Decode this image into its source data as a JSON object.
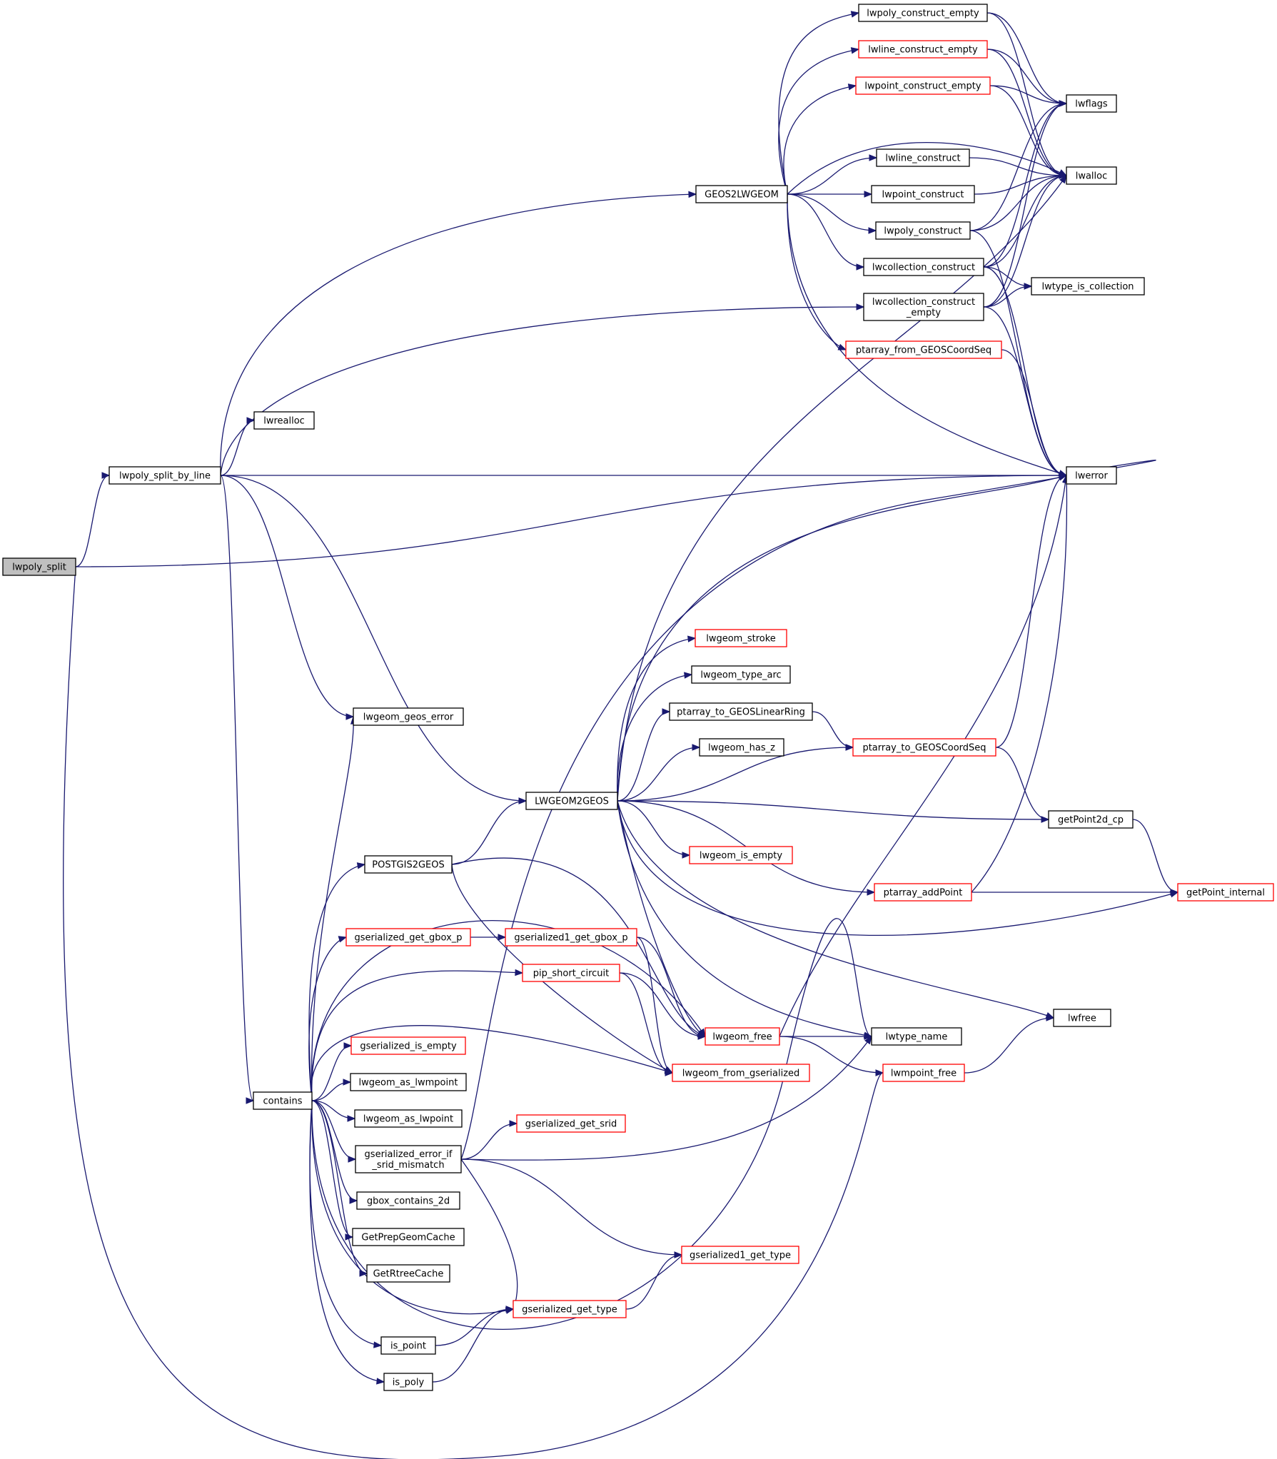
{
  "graph": {
    "colors": {
      "edge": "#191970",
      "border_default": "#000000",
      "border_truncated": "#ff0000",
      "root_fill": "#bfbfbf"
    },
    "nodes": [
      {
        "id": "lwpoly_split",
        "label": [
          "lwpoly_split"
        ],
        "style": "root"
      },
      {
        "id": "lwpoly_split_by_line",
        "label": [
          "lwpoly_split_by_line"
        ],
        "style": "black"
      },
      {
        "id": "GEOS2LWGEOM",
        "label": [
          "GEOS2LWGEOM"
        ],
        "style": "black"
      },
      {
        "id": "lwrealloc",
        "label": [
          "lwrealloc"
        ],
        "style": "black"
      },
      {
        "id": "lwerror",
        "label": [
          "lwerror"
        ],
        "style": "black"
      },
      {
        "id": "lwgeom_geos_error",
        "label": [
          "lwgeom_geos_error"
        ],
        "style": "black"
      },
      {
        "id": "LWGEOM2GEOS",
        "label": [
          "LWGEOM2GEOS"
        ],
        "style": "black"
      },
      {
        "id": "contains",
        "label": [
          "contains"
        ],
        "style": "black"
      },
      {
        "id": "lwpoly_construct_empty",
        "label": [
          "lwpoly_construct_empty"
        ],
        "style": "black"
      },
      {
        "id": "lwline_construct_empty",
        "label": [
          "lwline_construct_empty"
        ],
        "style": "red"
      },
      {
        "id": "lwpoint_construct_empty",
        "label": [
          "lwpoint_construct_empty"
        ],
        "style": "red"
      },
      {
        "id": "lwline_construct",
        "label": [
          "lwline_construct"
        ],
        "style": "black"
      },
      {
        "id": "lwpoint_construct",
        "label": [
          "lwpoint_construct"
        ],
        "style": "black"
      },
      {
        "id": "lwpoly_construct",
        "label": [
          "lwpoly_construct"
        ],
        "style": "black"
      },
      {
        "id": "lwcollection_construct",
        "label": [
          "lwcollection_construct"
        ],
        "style": "black"
      },
      {
        "id": "lwcollection_construct_empty",
        "label": [
          "lwcollection_construct",
          "_empty"
        ],
        "style": "black"
      },
      {
        "id": "ptarray_from_GEOSCoordSeq",
        "label": [
          "ptarray_from_GEOSCoordSeq"
        ],
        "style": "red"
      },
      {
        "id": "lwflags",
        "label": [
          "lwflags"
        ],
        "style": "black"
      },
      {
        "id": "lwalloc",
        "label": [
          "lwalloc"
        ],
        "style": "black"
      },
      {
        "id": "lwtype_is_collection",
        "label": [
          "lwtype_is_collection"
        ],
        "style": "black"
      },
      {
        "id": "lwgeom_stroke",
        "label": [
          "lwgeom_stroke"
        ],
        "style": "red"
      },
      {
        "id": "lwgeom_type_arc",
        "label": [
          "lwgeom_type_arc"
        ],
        "style": "black"
      },
      {
        "id": "ptarray_to_GEOSLinearRing",
        "label": [
          "ptarray_to_GEOSLinearRing"
        ],
        "style": "black"
      },
      {
        "id": "lwgeom_has_z",
        "label": [
          "lwgeom_has_z"
        ],
        "style": "black"
      },
      {
        "id": "ptarray_to_GEOSCoordSeq",
        "label": [
          "ptarray_to_GEOSCoordSeq"
        ],
        "style": "red"
      },
      {
        "id": "getPoint2d_cp",
        "label": [
          "getPoint2d_cp"
        ],
        "style": "black"
      },
      {
        "id": "lwgeom_is_empty",
        "label": [
          "lwgeom_is_empty"
        ],
        "style": "red"
      },
      {
        "id": "ptarray_addPoint",
        "label": [
          "ptarray_addPoint"
        ],
        "style": "red"
      },
      {
        "id": "getPoint_internal",
        "label": [
          "getPoint_internal"
        ],
        "style": "red"
      },
      {
        "id": "POSTGIS2GEOS",
        "label": [
          "POSTGIS2GEOS"
        ],
        "style": "black"
      },
      {
        "id": "gserialized_get_gbox_p",
        "label": [
          "gserialized_get_gbox_p"
        ],
        "style": "red"
      },
      {
        "id": "gserialized1_get_gbox_p",
        "label": [
          "gserialized1_get_gbox_p"
        ],
        "style": "red"
      },
      {
        "id": "pip_short_circuit",
        "label": [
          "pip_short_circuit"
        ],
        "style": "red"
      },
      {
        "id": "lwfree",
        "label": [
          "lwfree"
        ],
        "style": "black"
      },
      {
        "id": "lwgeom_free",
        "label": [
          "lwgeom_free"
        ],
        "style": "red"
      },
      {
        "id": "lwtype_name",
        "label": [
          "lwtype_name"
        ],
        "style": "black"
      },
      {
        "id": "lwgeom_from_gserialized",
        "label": [
          "lwgeom_from_gserialized"
        ],
        "style": "red"
      },
      {
        "id": "lwmpoint_free",
        "label": [
          "lwmpoint_free"
        ],
        "style": "red"
      },
      {
        "id": "gserialized_is_empty",
        "label": [
          "gserialized_is_empty"
        ],
        "style": "red"
      },
      {
        "id": "lwgeom_as_lwmpoint",
        "label": [
          "lwgeom_as_lwmpoint"
        ],
        "style": "black"
      },
      {
        "id": "lwgeom_as_lwpoint",
        "label": [
          "lwgeom_as_lwpoint"
        ],
        "style": "black"
      },
      {
        "id": "gserialized_error_if_srid_mismatch",
        "label": [
          "gserialized_error_if",
          "_srid_mismatch"
        ],
        "style": "black"
      },
      {
        "id": "gserialized_get_srid",
        "label": [
          "gserialized_get_srid"
        ],
        "style": "red"
      },
      {
        "id": "gbox_contains_2d",
        "label": [
          "gbox_contains_2d"
        ],
        "style": "black"
      },
      {
        "id": "GetPrepGeomCache",
        "label": [
          "GetPrepGeomCache"
        ],
        "style": "black"
      },
      {
        "id": "GetRtreeCache",
        "label": [
          "GetRtreeCache"
        ],
        "style": "black"
      },
      {
        "id": "gserialized1_get_type",
        "label": [
          "gserialized1_get_type"
        ],
        "style": "red"
      },
      {
        "id": "gserialized_get_type",
        "label": [
          "gserialized_get_type"
        ],
        "style": "red"
      },
      {
        "id": "is_point",
        "label": [
          "is_point"
        ],
        "style": "black"
      },
      {
        "id": "is_poly",
        "label": [
          "is_poly"
        ],
        "style": "black"
      }
    ],
    "edges": [
      [
        "lwpoly_split",
        "lwpoly_split_by_line"
      ],
      [
        "lwpoly_split",
        "lwerror"
      ],
      [
        "lwpoly_split",
        "lwmpoint_free"
      ],
      [
        "lwpoly_split_by_line",
        "GEOS2LWGEOM"
      ],
      [
        "lwpoly_split_by_line",
        "lwcollection_construct_empty"
      ],
      [
        "lwpoly_split_by_line",
        "lwrealloc"
      ],
      [
        "lwpoly_split_by_line",
        "lwerror"
      ],
      [
        "lwpoly_split_by_line",
        "lwgeom_geos_error"
      ],
      [
        "lwpoly_split_by_line",
        "LWGEOM2GEOS"
      ],
      [
        "lwpoly_split_by_line",
        "contains"
      ],
      [
        "GEOS2LWGEOM",
        "lwpoly_construct_empty"
      ],
      [
        "GEOS2LWGEOM",
        "lwline_construct_empty"
      ],
      [
        "GEOS2LWGEOM",
        "lwpoint_construct_empty"
      ],
      [
        "GEOS2LWGEOM",
        "lwalloc"
      ],
      [
        "GEOS2LWGEOM",
        "lwline_construct"
      ],
      [
        "GEOS2LWGEOM",
        "lwpoint_construct"
      ],
      [
        "GEOS2LWGEOM",
        "lwpoly_construct"
      ],
      [
        "GEOS2LWGEOM",
        "lwcollection_construct"
      ],
      [
        "GEOS2LWGEOM",
        "ptarray_from_GEOSCoordSeq"
      ],
      [
        "GEOS2LWGEOM",
        "lwerror"
      ],
      [
        "lwpoly_construct_empty",
        "lwflags"
      ],
      [
        "lwpoly_construct_empty",
        "lwalloc"
      ],
      [
        "lwline_construct_empty",
        "lwflags"
      ],
      [
        "lwline_construct_empty",
        "lwalloc"
      ],
      [
        "lwpoint_construct_empty",
        "lwflags"
      ],
      [
        "lwpoint_construct_empty",
        "lwalloc"
      ],
      [
        "lwline_construct",
        "lwalloc"
      ],
      [
        "lwpoint_construct",
        "lwalloc"
      ],
      [
        "lwpoly_construct",
        "lwflags"
      ],
      [
        "lwpoly_construct",
        "lwalloc"
      ],
      [
        "lwpoly_construct",
        "lwerror"
      ],
      [
        "lwcollection_construct",
        "lwflags"
      ],
      [
        "lwcollection_construct",
        "lwalloc"
      ],
      [
        "lwcollection_construct",
        "lwtype_is_collection"
      ],
      [
        "lwcollection_construct",
        "lwerror"
      ],
      [
        "lwcollection_construct_empty",
        "lwflags"
      ],
      [
        "lwcollection_construct_empty",
        "lwalloc"
      ],
      [
        "lwcollection_construct_empty",
        "lwtype_is_collection"
      ],
      [
        "lwcollection_construct_empty",
        "lwerror"
      ],
      [
        "ptarray_from_GEOSCoordSeq",
        "lwerror"
      ],
      [
        "LWGEOM2GEOS",
        "lwalloc"
      ],
      [
        "LWGEOM2GEOS",
        "lwerror"
      ],
      [
        "LWGEOM2GEOS",
        "lwgeom_stroke"
      ],
      [
        "LWGEOM2GEOS",
        "lwgeom_type_arc"
      ],
      [
        "LWGEOM2GEOS",
        "ptarray_to_GEOSLinearRing"
      ],
      [
        "LWGEOM2GEOS",
        "lwgeom_has_z"
      ],
      [
        "LWGEOM2GEOS",
        "ptarray_to_GEOSCoordSeq"
      ],
      [
        "LWGEOM2GEOS",
        "getPoint2d_cp"
      ],
      [
        "LWGEOM2GEOS",
        "lwgeom_is_empty"
      ],
      [
        "LWGEOM2GEOS",
        "ptarray_addPoint"
      ],
      [
        "LWGEOM2GEOS",
        "getPoint_internal"
      ],
      [
        "LWGEOM2GEOS",
        "lwfree"
      ],
      [
        "LWGEOM2GEOS",
        "lwgeom_free"
      ],
      [
        "LWGEOM2GEOS",
        "lwtype_name"
      ],
      [
        "ptarray_to_GEOSLinearRing",
        "ptarray_to_GEOSCoordSeq"
      ],
      [
        "ptarray_to_GEOSCoordSeq",
        "lwerror"
      ],
      [
        "ptarray_to_GEOSCoordSeq",
        "getPoint2d_cp"
      ],
      [
        "getPoint2d_cp",
        "getPoint_internal"
      ],
      [
        "ptarray_addPoint",
        "lwerror"
      ],
      [
        "ptarray_addPoint",
        "getPoint_internal"
      ],
      [
        "contains",
        "lwgeom_geos_error"
      ],
      [
        "contains",
        "POSTGIS2GEOS"
      ],
      [
        "contains",
        "gserialized_get_gbox_p"
      ],
      [
        "contains",
        "lwgeom_free"
      ],
      [
        "contains",
        "pip_short_circuit"
      ],
      [
        "contains",
        "lwgeom_from_gserialized"
      ],
      [
        "contains",
        "gserialized_is_empty"
      ],
      [
        "contains",
        "lwgeom_as_lwmpoint"
      ],
      [
        "contains",
        "lwgeom_as_lwpoint"
      ],
      [
        "contains",
        "gserialized_error_if_srid_mismatch"
      ],
      [
        "contains",
        "gbox_contains_2d"
      ],
      [
        "contains",
        "GetPrepGeomCache"
      ],
      [
        "contains",
        "GetRtreeCache"
      ],
      [
        "contains",
        "gserialized_get_type"
      ],
      [
        "contains",
        "is_point"
      ],
      [
        "contains",
        "is_poly"
      ],
      [
        "contains",
        "lwtype_name"
      ],
      [
        "POSTGIS2GEOS",
        "LWGEOM2GEOS"
      ],
      [
        "POSTGIS2GEOS",
        "lwgeom_from_gserialized"
      ],
      [
        "POSTGIS2GEOS",
        "lwgeom_free"
      ],
      [
        "gserialized_get_gbox_p",
        "gserialized1_get_gbox_p"
      ],
      [
        "gserialized1_get_gbox_p",
        "lwgeom_from_gserialized"
      ],
      [
        "gserialized1_get_gbox_p",
        "lwgeom_free"
      ],
      [
        "pip_short_circuit",
        "lwgeom_free"
      ],
      [
        "pip_short_circuit",
        "lwgeom_from_gserialized"
      ],
      [
        "lwgeom_free",
        "lwtype_name"
      ],
      [
        "lwgeom_free",
        "lwmpoint_free"
      ],
      [
        "lwgeom_free",
        "lwerror"
      ],
      [
        "lwmpoint_free",
        "lwfree"
      ],
      [
        "gserialized_error_if_srid_mismatch",
        "gserialized_get_srid"
      ],
      [
        "gserialized_error_if_srid_mismatch",
        "lwerror"
      ],
      [
        "gserialized_error_if_srid_mismatch",
        "lwtype_name"
      ],
      [
        "gserialized_error_if_srid_mismatch",
        "gserialized1_get_type"
      ],
      [
        "gserialized_error_if_srid_mismatch",
        "gserialized_get_type"
      ],
      [
        "gserialized_get_type",
        "gserialized1_get_type"
      ],
      [
        "is_point",
        "gserialized_get_type"
      ],
      [
        "is_poly",
        "gserialized_get_type"
      ]
    ]
  }
}
